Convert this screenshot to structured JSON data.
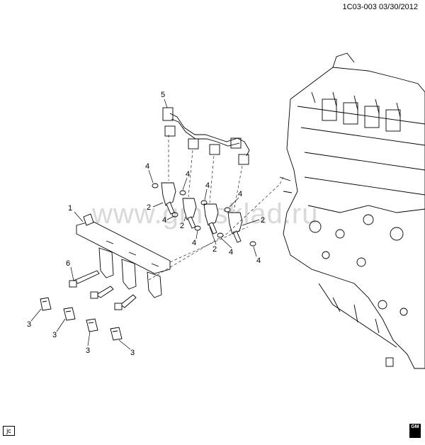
{
  "header": {
    "diagram_code": "1C03-003",
    "date": "03/30/2012"
  },
  "watermark": "www.gm-sklad.ru",
  "footer": {
    "corner_tag": "jc",
    "logo_text": "GM"
  },
  "callouts": [
    "1",
    "2",
    "2",
    "2",
    "2",
    "3",
    "3",
    "3",
    "3",
    "4",
    "4",
    "4",
    "4",
    "4",
    "4",
    "4",
    "4",
    "5",
    "6"
  ]
}
